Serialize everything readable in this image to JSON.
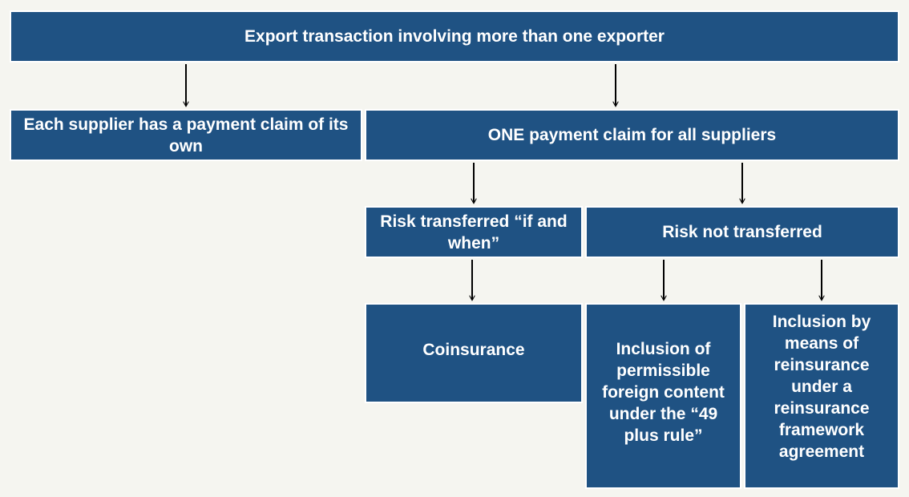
{
  "diagram": {
    "root": "Export transaction involving more than one exporter",
    "each_supplier": "Each supplier has a payment claim of its own",
    "one_claim": "ONE payment claim for all suppliers",
    "risk_transferred": "Risk transferred “if and when”",
    "risk_not_transferred": "Risk not transferred",
    "coinsurance": "Coinsurance",
    "foreign_content": "Inclusion of permissible foreign content under the “49 plus rule”",
    "reinsurance": "Inclusion by means of reinsurance under a reinsurance framework agreement"
  },
  "colors": {
    "box_fill": "#1f5283",
    "box_border": "#ffffff",
    "text": "#ffffff",
    "arrow": "#000000",
    "background": "#f5f5f0"
  }
}
